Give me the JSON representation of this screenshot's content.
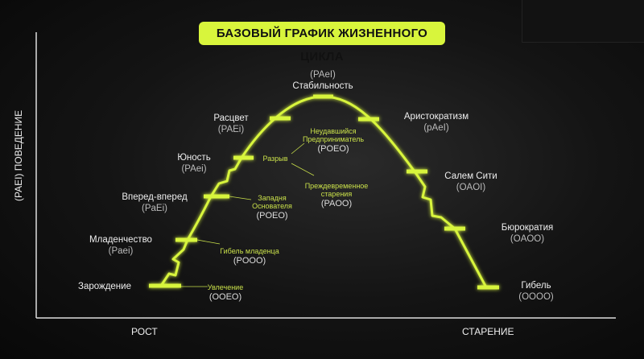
{
  "title": "БАЗОВЫЙ ГРАФИК ЖИЗНЕННОГО ЦИКЛА",
  "axes": {
    "y_label": "(PAEI) ПОВЕДЕНИЕ",
    "x_left": "РОСТ",
    "x_right": "СТАРЕНИЕ"
  },
  "accent": "#d8f53c",
  "stages": [
    {
      "name": "Зарождение",
      "code": ""
    },
    {
      "name": "Младенчество",
      "code": "(Paei)"
    },
    {
      "name": "Вперед-вперед",
      "code": "(PaEi)"
    },
    {
      "name": "Юность",
      "code": "(PAei)"
    },
    {
      "name": "Расцвет",
      "code": "(PAEi)"
    },
    {
      "name": "Стабильность",
      "code": "(PAeI)"
    },
    {
      "name": "Аристократизм",
      "code": "(pAeI)"
    },
    {
      "name": "Салем Сити",
      "code": "(OAOI)"
    },
    {
      "name": "Бюрократия",
      "code": "(OAOO)"
    },
    {
      "name": "Гибель",
      "code": "(OOOO)"
    }
  ],
  "traps": [
    {
      "name": "Увлечение",
      "code": "(OOEO)"
    },
    {
      "name": "Гибель младенца",
      "code": "(POOO)"
    },
    {
      "name": "Западня Основателя",
      "code": "(POEO)"
    },
    {
      "name": "Разрыв",
      "code": ""
    },
    {
      "name": "Неудавшийся Предприниматель",
      "code": "(POEO)"
    },
    {
      "name": "Преждевременное старения",
      "code": "(PAOO)"
    }
  ]
}
